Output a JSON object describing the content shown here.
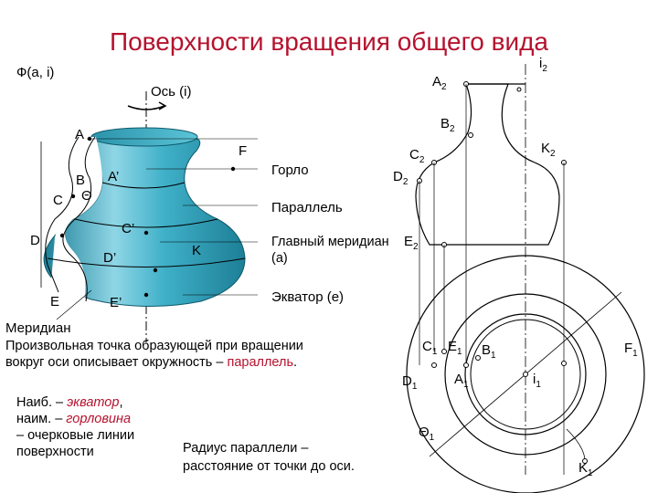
{
  "title": "Поверхности вращения общего вида",
  "surface_label": "Ф(a, i)",
  "axis_label": "Ось (i)",
  "vase_points": {
    "A": "A",
    "A_prime": "A’",
    "B": "B",
    "theta": "Θ",
    "C": "C",
    "C_prime": "C’",
    "D": "D",
    "D_prime": "D’",
    "E": "E",
    "E_prime": "E’",
    "F": "F",
    "K": "K"
  },
  "terms": {
    "neck": "Горло",
    "parallel": "Параллель",
    "main_meridian": "Главный меридиан (a)",
    "equator": "Экватор (e)",
    "meridian": "Меридиан"
  },
  "drawing_points": {
    "i2": {
      "base": "i",
      "sub": "2"
    },
    "A2": {
      "base": "A",
      "sub": "2"
    },
    "B2": {
      "base": "B",
      "sub": "2"
    },
    "C2": {
      "base": "C",
      "sub": "2"
    },
    "K2": {
      "base": "K",
      "sub": "2"
    },
    "D2": {
      "base": "D",
      "sub": "2"
    },
    "E2": {
      "base": "E",
      "sub": "2"
    },
    "C1": {
      "base": "C",
      "sub": "1"
    },
    "E1": {
      "base": "E",
      "sub": "1"
    },
    "B1": {
      "base": "B",
      "sub": "1"
    },
    "F1": {
      "base": "F",
      "sub": "1"
    },
    "D1": {
      "base": "D",
      "sub": "1"
    },
    "A1": {
      "base": "A",
      "sub": "1"
    },
    "i1": {
      "base": "i",
      "sub": "1"
    },
    "theta1": {
      "base": "Θ",
      "sub": "1"
    },
    "K1": {
      "base": "K",
      "sub": "1"
    }
  },
  "definition": {
    "line1": "Произвольная точка образующей при вращении",
    "line2_prefix": "вокруг оси описывает окружность – ",
    "line2_term": "параллель",
    "line2_suffix": "."
  },
  "extremes": {
    "line1_prefix": "Наиб. – ",
    "line1_term": "экватор",
    "line1_suffix": ",",
    "line2_prefix": "наим. – ",
    "line2_term": "горловина",
    "line3": "– очерковые линии",
    "line4": "поверхности"
  },
  "radius_note": {
    "line1": "Радиус параллели –",
    "line2": "расстояние от точки до оси."
  },
  "colors": {
    "title": "#b5122e",
    "vase_fill": "#3fb0c8",
    "vase_light": "#8fd6e6",
    "vase_dark": "#1d7f96",
    "term_red": "#b5122e"
  }
}
